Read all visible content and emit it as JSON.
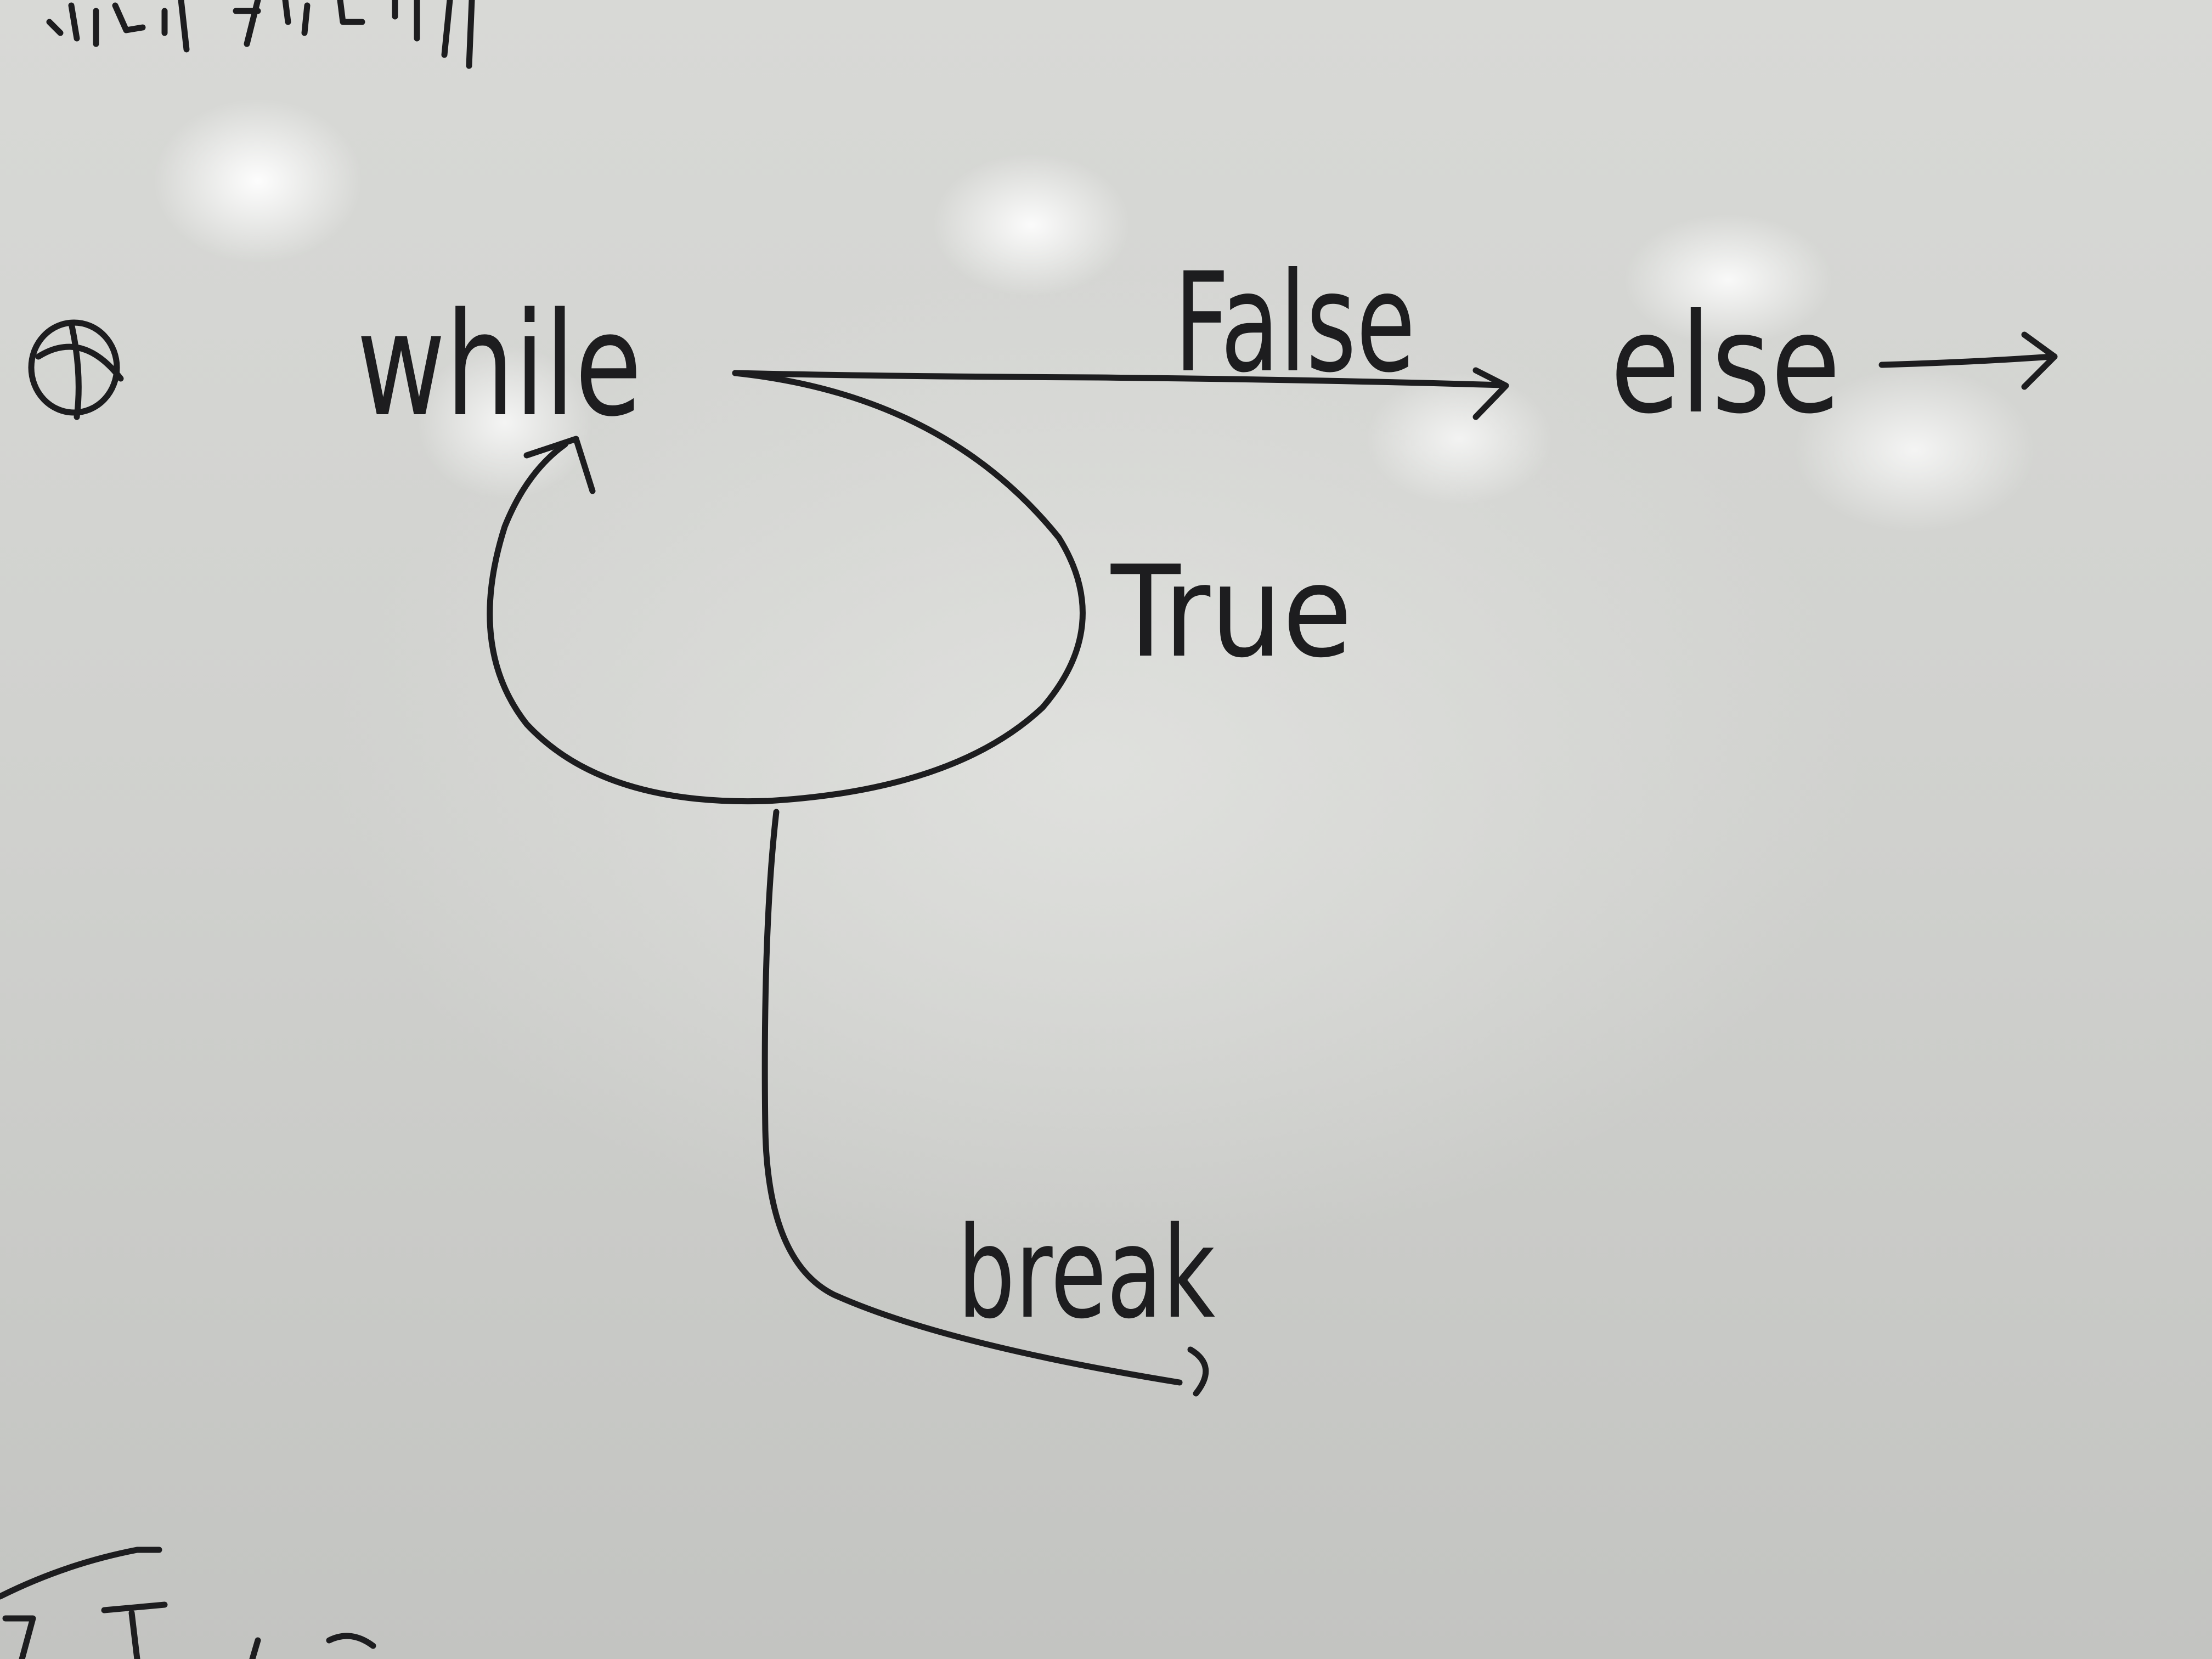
{
  "labels": {
    "while": "while",
    "false_branch": "False",
    "else": "else",
    "true_branch": "True",
    "break": "break"
  },
  "colors": {
    "ink": "#1d1d1f",
    "board": "#d3d4d1"
  }
}
